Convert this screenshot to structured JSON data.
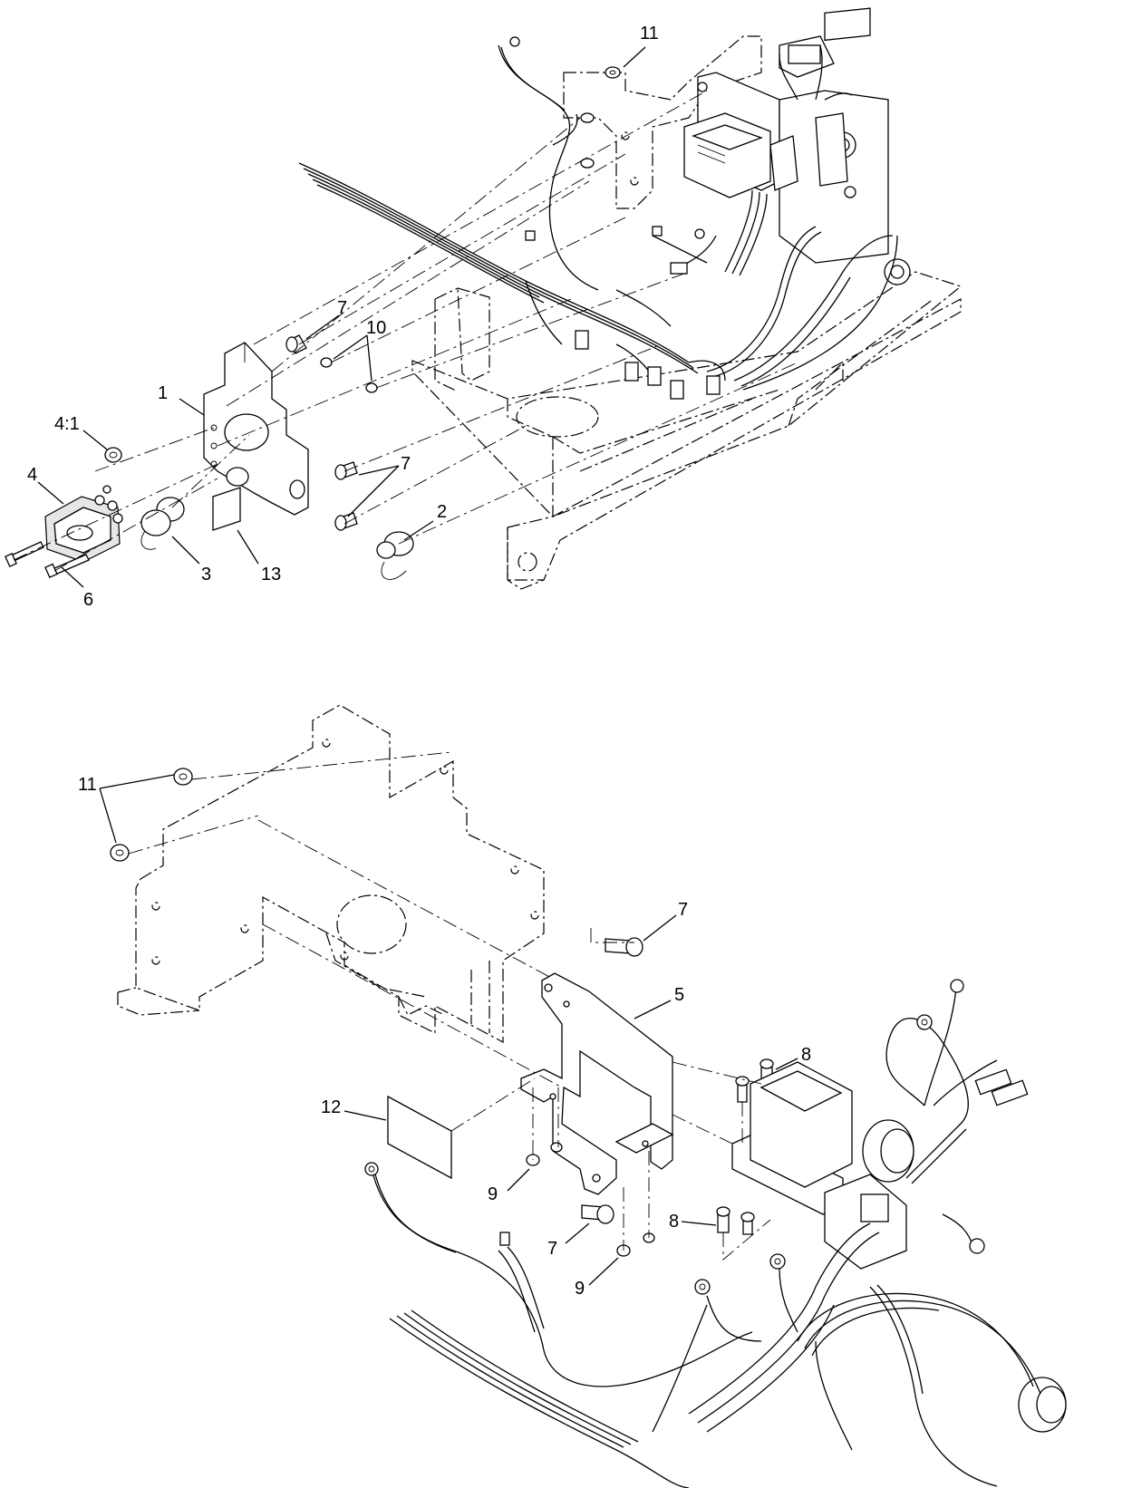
{
  "callouts": {
    "c1": "1",
    "c2": "2",
    "c3": "3",
    "c4": "4",
    "c4_1": "4:1",
    "c6": "6",
    "c7a": "7",
    "c7b": "7",
    "c10": "10",
    "c11a": "11",
    "c13": "13",
    "c11b": "11",
    "c7c": "7",
    "c5": "5",
    "c8a": "8",
    "c12": "12",
    "c9a": "9",
    "c7d": "7",
    "c8b": "8",
    "c9b": "9"
  }
}
